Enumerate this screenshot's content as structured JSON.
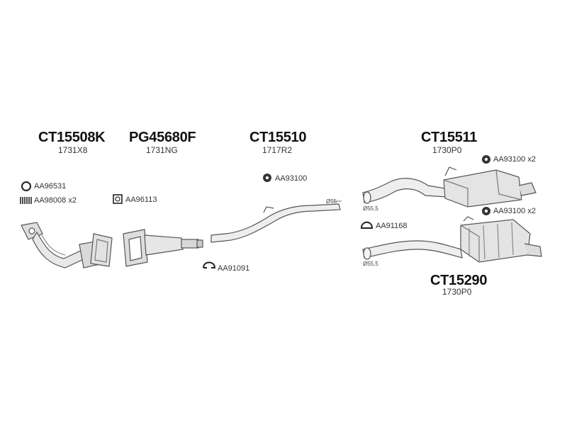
{
  "parts": [
    {
      "code": "CT15508K",
      "oem": "1731X8"
    },
    {
      "code": "PG45680F",
      "oem": "1731NG"
    },
    {
      "code": "CT15510",
      "oem": "1717R2"
    },
    {
      "code": "CT15511",
      "oem": "1730P0"
    },
    {
      "code": "CT15290",
      "oem": "1730P0"
    }
  ],
  "accessories": {
    "aa96531": "AA96531",
    "aa98008": "AA98008 x2",
    "aa96113": "AA96113",
    "aa91091": "AA91091",
    "aa93100_mid": "AA93100",
    "aa91168": "AA91168",
    "aa93100_top": "AA93100 x2",
    "aa93100_bottom": "AA93100 x2"
  },
  "diameters": {
    "mid_pipe": "Ø55",
    "rear_top": "Ø55,5",
    "rear_bottom": "Ø55,5"
  }
}
